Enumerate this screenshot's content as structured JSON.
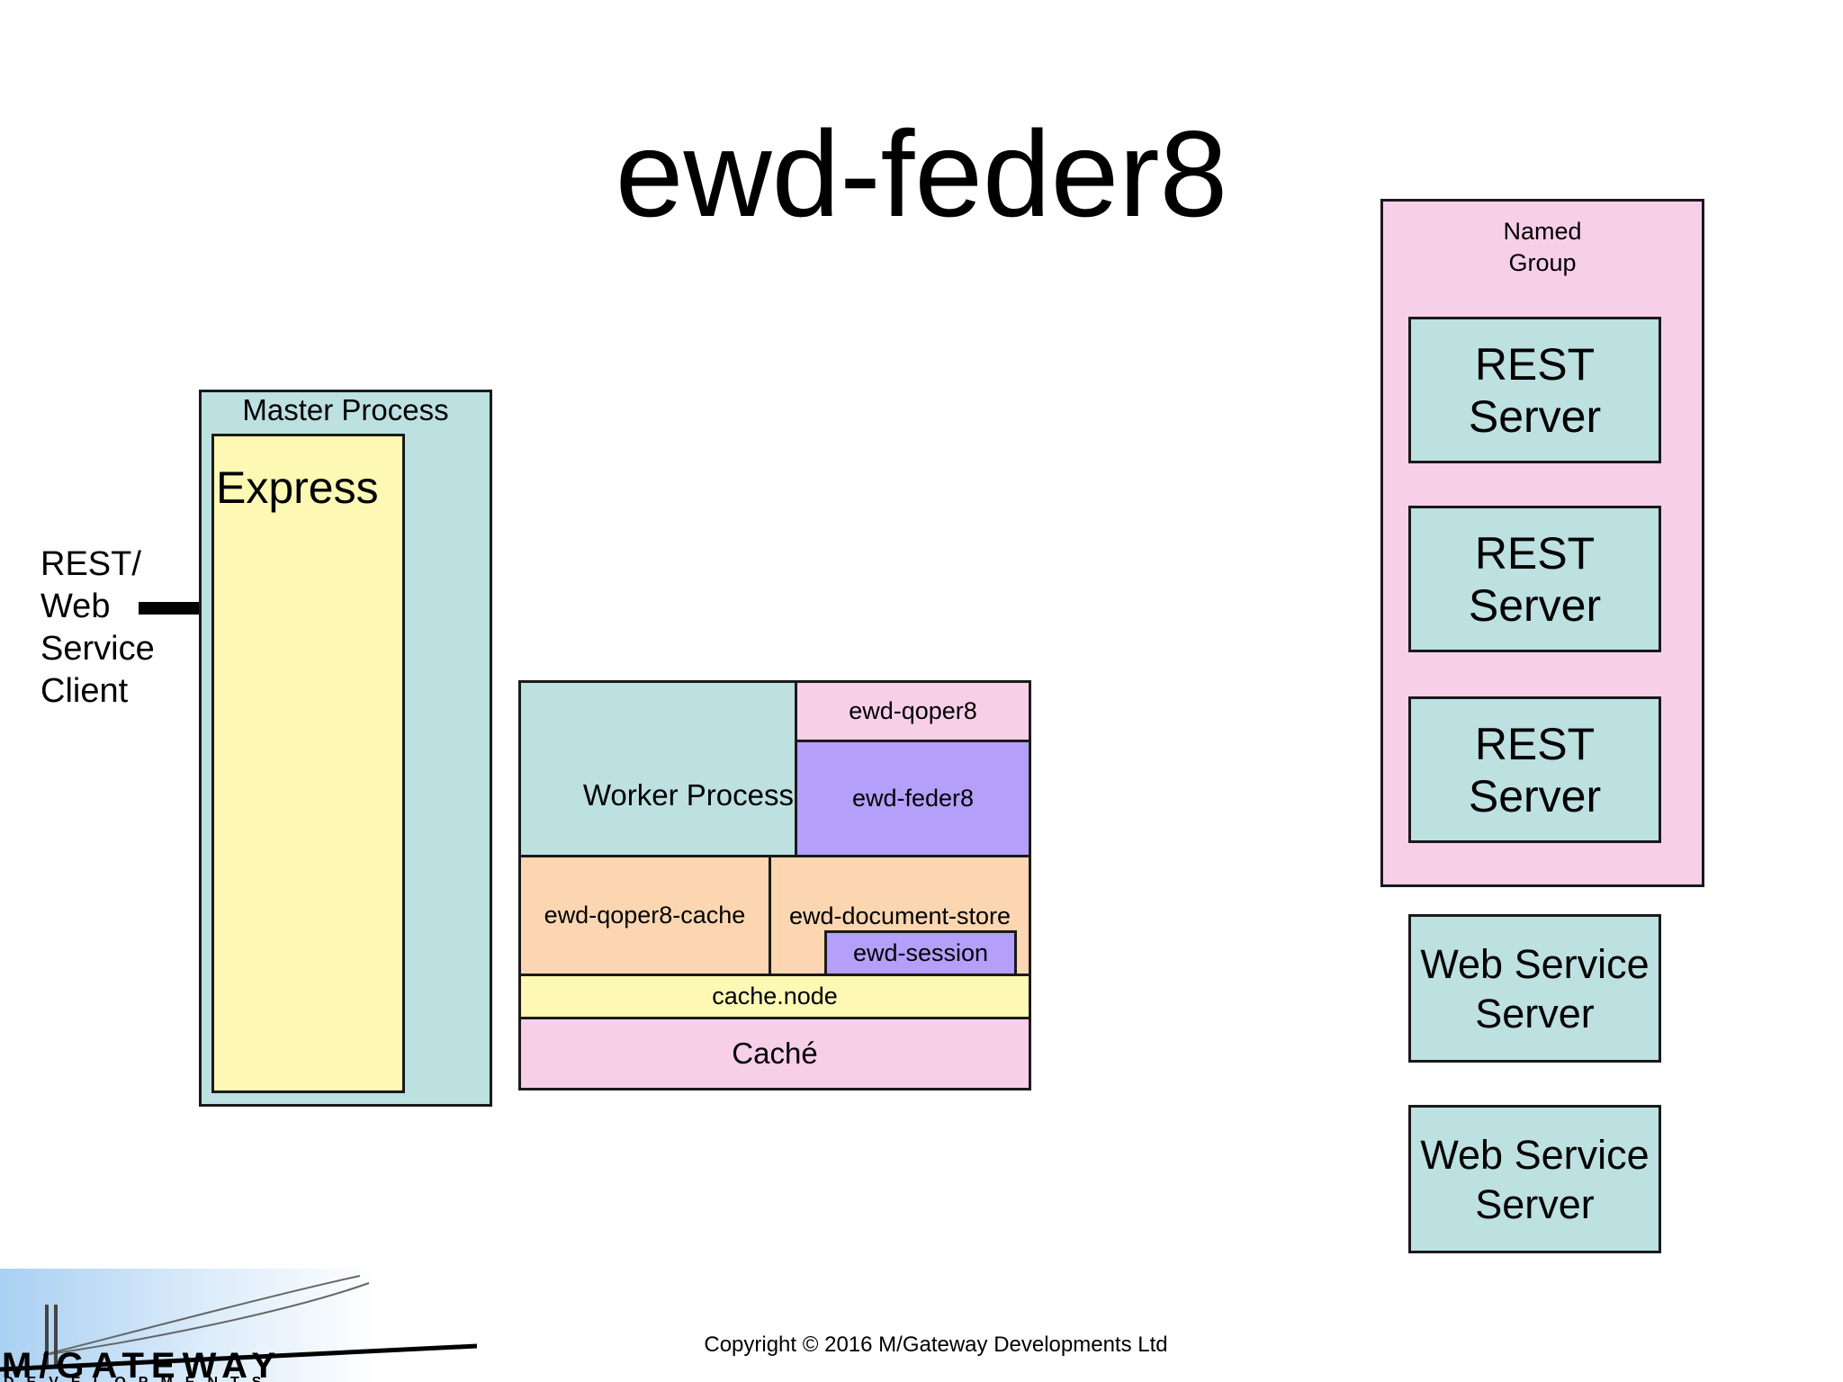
{
  "title": "ewd-feder8",
  "client": {
    "label_lines": [
      "REST/",
      "Web",
      "Service",
      "Client"
    ]
  },
  "master": {
    "label": "Master Process",
    "express_label": "Express"
  },
  "worker": {
    "label": "Worker Process",
    "qoper8": "ewd-qoper8",
    "feder8": "ewd-feder8",
    "qoper8_cache": "ewd-qoper8-cache",
    "document_store": "ewd-document-store",
    "session": "ewd-session",
    "cache_node": "cache.node",
    "cache": "Caché"
  },
  "named_group": {
    "label_lines": [
      "Named",
      "Group"
    ],
    "servers": [
      {
        "line1": "REST",
        "line2": "Server"
      },
      {
        "line1": "REST",
        "line2": "Server"
      },
      {
        "line1": "REST",
        "line2": "Server"
      }
    ]
  },
  "web_service_servers": [
    {
      "line1": "Web Service",
      "line2": "Server"
    },
    {
      "line1": "Web Service",
      "line2": "Server"
    }
  ],
  "footer": {
    "copyright": "Copyright © 2016 M/Gateway Developments Ltd",
    "logo_text": "M/GATEWAY",
    "logo_subtext": "DEVELOPMENTS"
  },
  "colors": {
    "teal": "#bde0e1",
    "yellow": "#fdf9b4",
    "pink": "#f7cfe9",
    "purple": "#b49ffb",
    "peach": "#fcd6b0"
  }
}
